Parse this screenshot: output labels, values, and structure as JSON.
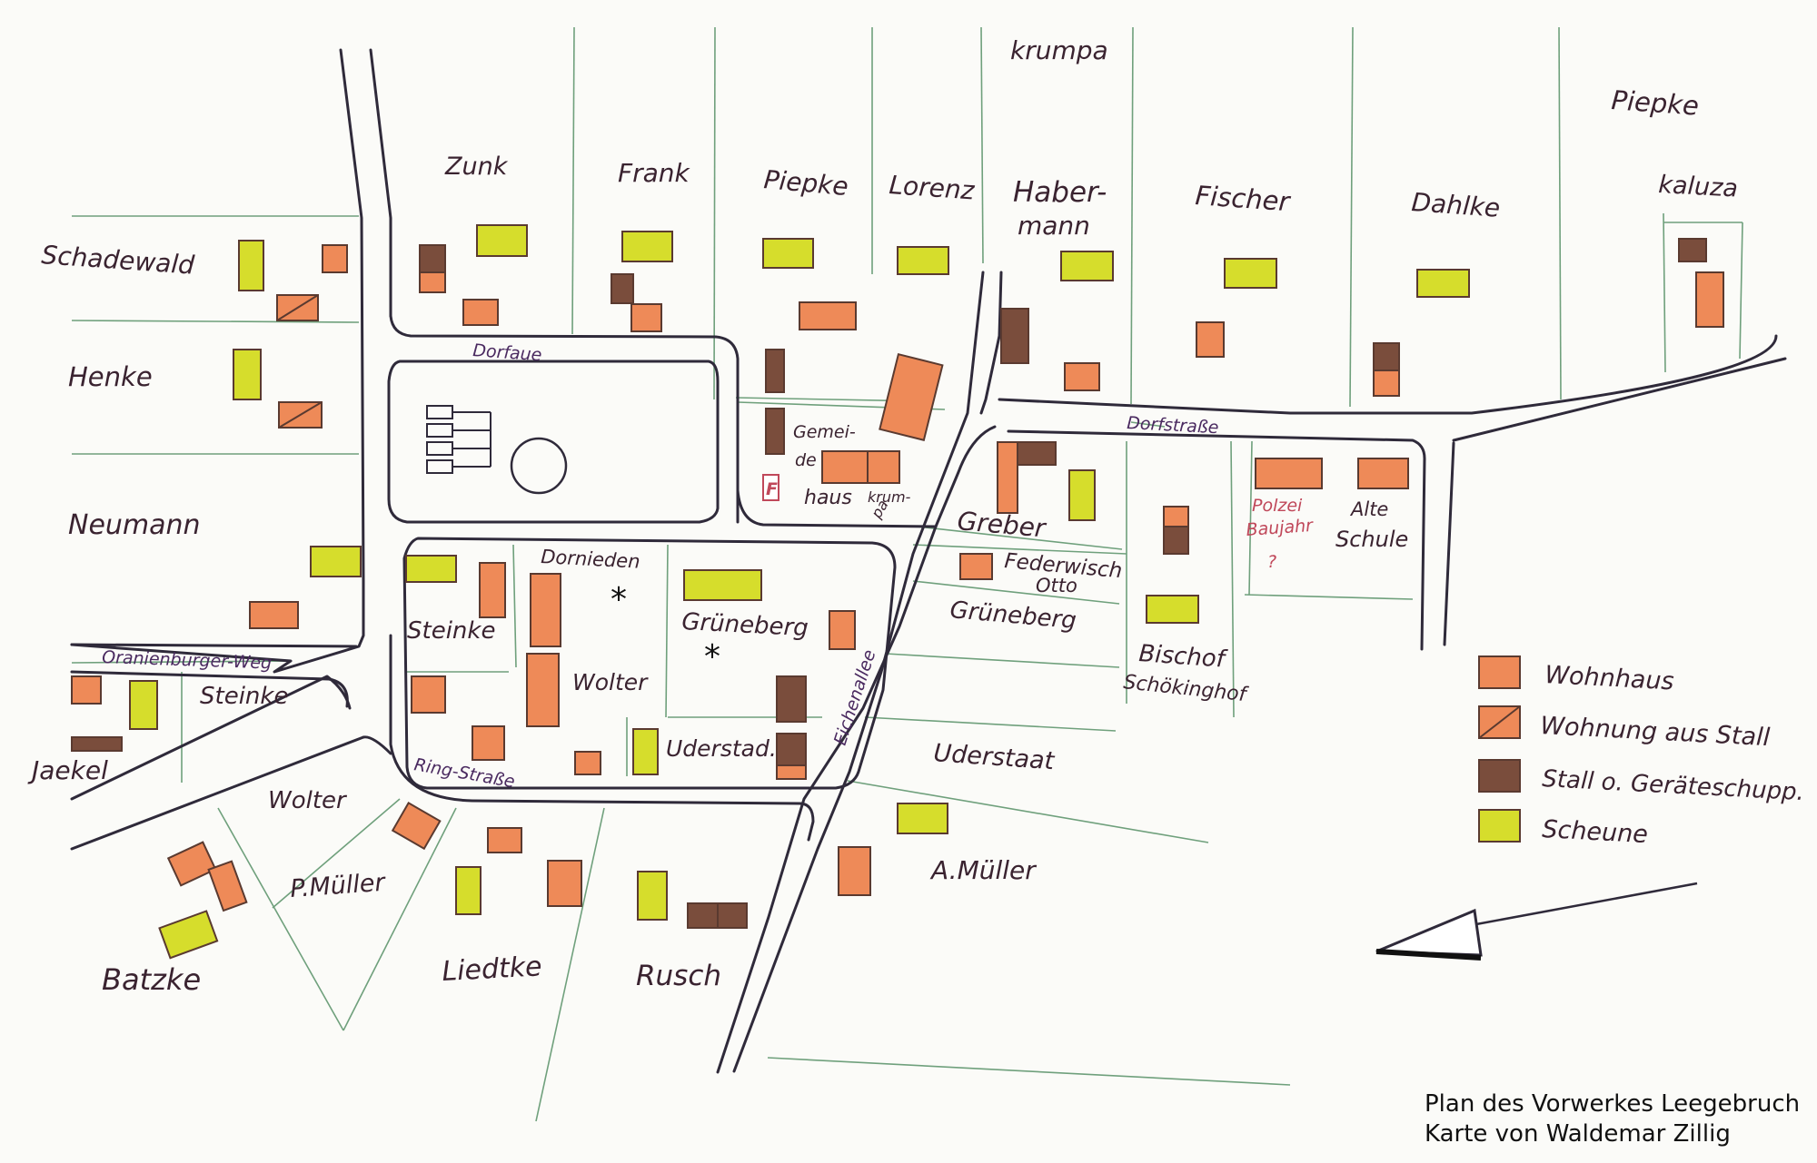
{
  "caption": {
    "line1": "Plan des Vorwerkes Leegebruch",
    "line2": "Karte von Waldemar Zillig"
  },
  "streets": {
    "dorfaue": "Dorfaue",
    "dorfstrasse": "Dorfstraße",
    "oranienburger_weg": "Oranienburger-Weg",
    "ring_strasse": "Ring-Straße",
    "eichenallee": "Eichenallee"
  },
  "owners": {
    "krumpa_top": "krumpa",
    "piepke_top": "Piepke",
    "zunk": "Zunk",
    "frank": "Frank",
    "piepke": "Piepke",
    "lorenz": "Lorenz",
    "habermann_1": "Haber-",
    "habermann_2": "mann",
    "fischer": "Fischer",
    "dahlke": "Dahlke",
    "kaluza": "kaluza",
    "schadewald": "Schadewald",
    "henke": "Henke",
    "neumann": "Neumann",
    "gemeindehaus_1": "Gemei-",
    "gemeindehaus_2": "de",
    "gemeindehaus_3": "haus",
    "krumpa_small_1": "krum-",
    "krumpa_small_2": "pa",
    "greber": "Greber",
    "federwisch_1": "Federwisch",
    "federwisch_2": "Otto",
    "grueneberg_right": "Grüneberg",
    "polizei_1": "Polzei",
    "polizei_2": "Baujahr",
    "polizei_3": "?",
    "alte_schule_1": "Alte",
    "alte_schule_2": "Schule",
    "dornieden": "Dornieden",
    "grueneberg_center": "Grüneberg",
    "steinke_center": "Steinke",
    "wolter_center": "Wolter",
    "uderstadt_center": "Uderstad.",
    "bischof": "Bischof",
    "schoekinghof": "Schökinghof",
    "uderstaat_right": "Uderstaat",
    "steinke_left": "Steinke",
    "jaekel": "Jaekel",
    "wolter_left": "Wolter",
    "p_mueller": "P.Müller",
    "a_mueller": "A.Müller",
    "batzke": "Batzke",
    "liedtke": "Liedtke",
    "rusch": "Rusch",
    "fire_mark": "F",
    "star_1": "*",
    "star_2": "*"
  },
  "legend": {
    "items": [
      {
        "label": "Wohnhaus",
        "color": "#ee8a58"
      },
      {
        "label": "Wohnung aus Stall",
        "color": "#ee8a58"
      },
      {
        "label": "Stall o. Geräteschupp.",
        "color": "#7a4d3c"
      },
      {
        "label": "Scheune",
        "color": "#d6dd2c"
      }
    ]
  },
  "colors": {
    "wohnhaus": "#ee8a58",
    "stall": "#7a4d3c",
    "scheune": "#d6dd2c",
    "road": "#2f2a3a",
    "fence": "#6fa07c"
  }
}
